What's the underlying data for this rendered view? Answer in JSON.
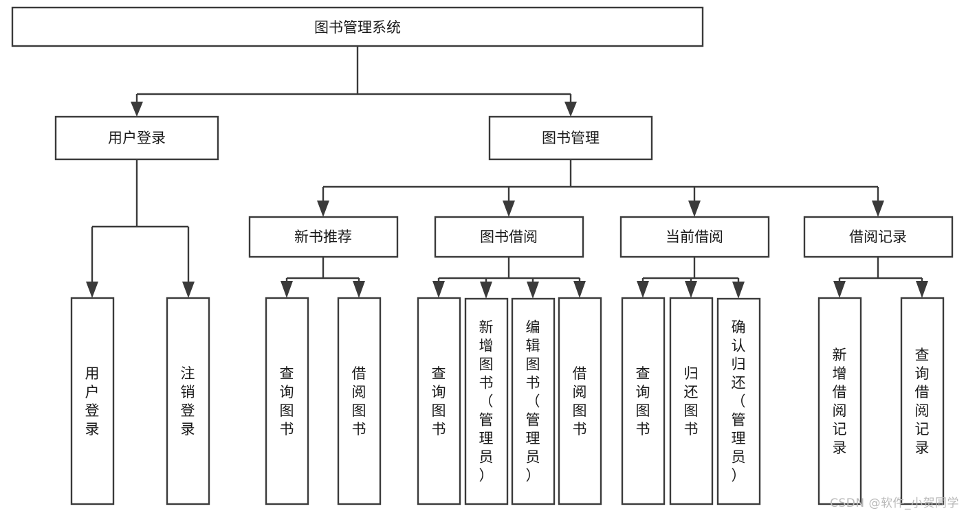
{
  "diagram": {
    "type": "tree-hierarchy",
    "title": "图书管理系统",
    "orientation": "top-down",
    "colors": {
      "box_stroke": "#3a3a3a",
      "box_fill": "#ffffff",
      "text": "#1a1a1a",
      "background": "#ffffff",
      "watermark": "#b9b9b9"
    },
    "root": {
      "label": "图书管理系统"
    },
    "level2": [
      {
        "id": "user-login",
        "label": "用户登录"
      },
      {
        "id": "book-manage",
        "label": "图书管理"
      }
    ],
    "level3": [
      {
        "id": "new-book-recommend",
        "label": "新书推荐"
      },
      {
        "id": "book-borrow",
        "label": "图书借阅"
      },
      {
        "id": "current-borrow",
        "label": "当前借阅"
      },
      {
        "id": "borrow-record",
        "label": "借阅记录"
      }
    ],
    "leaves": {
      "user_login": [
        {
          "id": "leaf-user-login",
          "label": "用户登录"
        },
        {
          "id": "leaf-logout",
          "label": "注销登录"
        }
      ],
      "new_book_recommend": [
        {
          "id": "leaf-query-book-1",
          "label": "查询图书"
        },
        {
          "id": "leaf-borrow-book-1",
          "label": "借阅图书"
        }
      ],
      "book_borrow": [
        {
          "id": "leaf-query-book-2",
          "label": "查询图书"
        },
        {
          "id": "leaf-add-book",
          "label": "新增图书（管理员）"
        },
        {
          "id": "leaf-edit-book",
          "label": "编辑图书（管理员）"
        },
        {
          "id": "leaf-borrow-book-2",
          "label": "借阅图书"
        }
      ],
      "current_borrow": [
        {
          "id": "leaf-query-book-3",
          "label": "查询图书"
        },
        {
          "id": "leaf-return-book",
          "label": "归还图书"
        },
        {
          "id": "leaf-confirm-return",
          "label": "确认归还（管理员）"
        }
      ],
      "borrow_record": [
        {
          "id": "leaf-add-record",
          "label": "新增借阅记录"
        },
        {
          "id": "leaf-query-record",
          "label": "查询借阅记录"
        }
      ]
    }
  },
  "watermark": {
    "text": "CSDN @软件_小贺同学"
  }
}
